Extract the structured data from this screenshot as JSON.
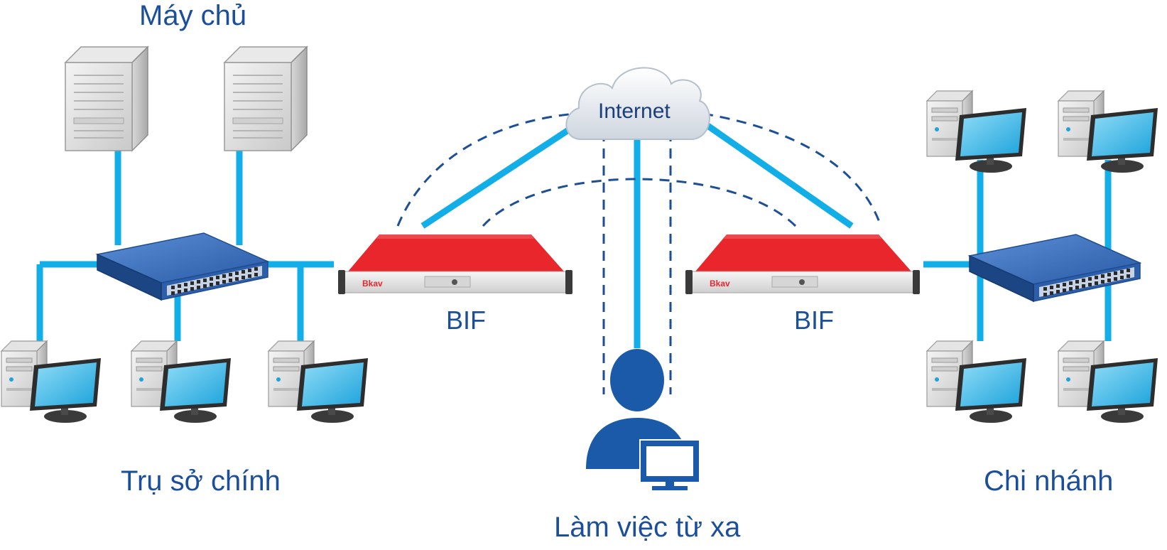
{
  "labels": {
    "servers": "Máy chủ",
    "headquarters": "Trụ sở chính",
    "branch": "Chi nhánh",
    "remote": "Làm việc từ xa",
    "internet": "Internet",
    "firewall_left": "BIF",
    "firewall_right": "BIF"
  },
  "device_brand": "Bkav",
  "colors": {
    "link": "#12aee8",
    "vpn_dashed": "#1c4f96",
    "text": "#1b4f9a",
    "firewall_red": "#e8262c",
    "switch_blue": "#2b64b0",
    "person_blue": "#1b5aa8"
  },
  "icons": {
    "server": "server-tower-icon",
    "switch": "network-switch-icon",
    "firewall": "firewall-appliance-icon",
    "workstation": "desktop-computer-icon",
    "cloud": "cloud-icon",
    "remote_user": "person-with-monitor-icon"
  }
}
